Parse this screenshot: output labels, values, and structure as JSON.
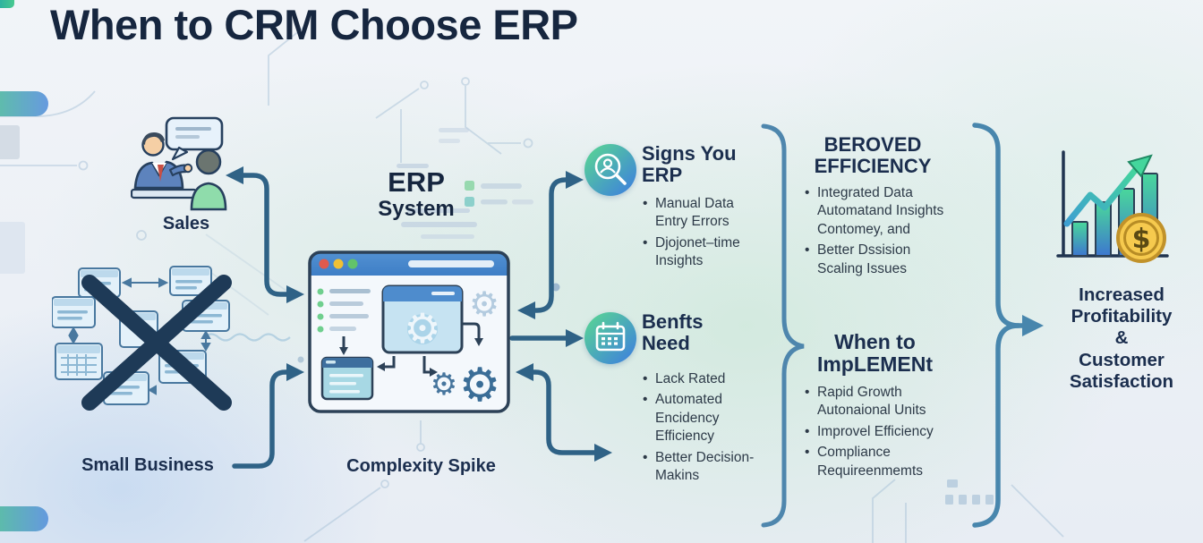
{
  "title": "When to CRM Choose ERP",
  "sales": {
    "label": "Sales"
  },
  "small_business": {
    "label": "Small Business"
  },
  "erp": {
    "line1": "ERP",
    "line2": "System"
  },
  "complexity": {
    "label": "Complexity Spike"
  },
  "signs": {
    "title_line1": "Signs You",
    "title_line2": "ERP",
    "bullets": [
      "Manual Data Entry Errors",
      "Djojonet–time Insights"
    ]
  },
  "benefits": {
    "title_line1": "Benfts",
    "title_line2": "Need",
    "bullets": [
      "Lack Rated",
      "Automated Encidency Efficiency",
      "Better Decision-Makins"
    ]
  },
  "efficiency": {
    "title_line1": "BEROVED",
    "title_line2": "EFFICIENCY",
    "bullets": [
      "Integrated Data Automatand Insights Contomey, and",
      "Better Dssision Scaling Issues"
    ]
  },
  "implement": {
    "title_line1": "When to",
    "title_line2": "ImpLEMENt",
    "bullets": [
      "Rapid Growth Autonaional Units",
      "Improvel Efficiency",
      "Compliance Requireenmemts"
    ]
  },
  "outcome": {
    "line1": "Increased",
    "line2": "Profitability",
    "line3": "&",
    "line4": "Customer",
    "line5": "Satisfaction"
  },
  "icons": {
    "signs_icon": "magnifier-user-icon",
    "benefits_icon": "calendar-icon",
    "sales_icon": "conversation-icon",
    "small_business_icon": "scattered-apps-crossed-icon",
    "erp_icon": "browser-gears-icon",
    "outcome_icon": "growth-chart-coin-icon"
  },
  "colors": {
    "title": "#16263F",
    "heading": "#1B2E4E",
    "body": "#2D3A48",
    "arrow": "#2F6286",
    "brace": "#4E86AD",
    "icon_gradient_start": "#57D098",
    "icon_gradient_end": "#3F85D9",
    "cross": "#1E3A57",
    "coin_gold": "#F6CA4E",
    "growth_green": "#35C293"
  }
}
